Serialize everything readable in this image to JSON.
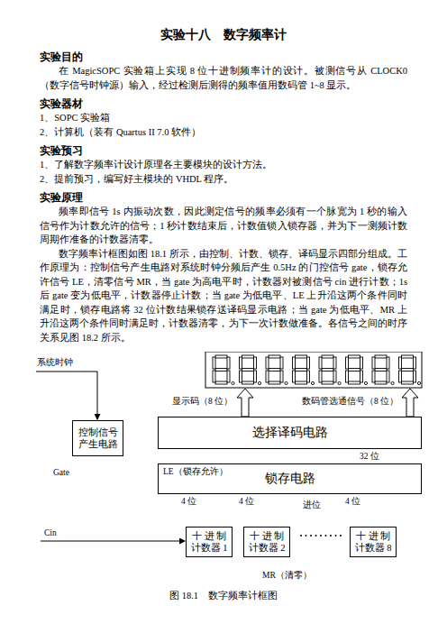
{
  "diagram": {
    "title": "实验十八　数字频率计",
    "caption": "图 18.1　数字频率计框图",
    "nodes": [
      {
        "text": [
          "控制信号产生电路"
        ]
      },
      {
        "text": [
          "选择译码电路"
        ]
      },
      {
        "text": [
          "LE（锁存允许）",
          "锁存电路"
        ]
      },
      {
        "text": [
          "十 进 制 计数器 1"
        ]
      },
      {
        "text": [
          "十 进 制 计数器 2"
        ]
      },
      {
        "text": [
          "十 进 制 计数器 8"
        ]
      }
    ],
    "edges": [
      {
        "from": 0,
        "to": 1,
        "arrow": "to"
      },
      {
        "from": 0,
        "to": 2,
        "arrow": "to"
      },
      {
        "from": 0,
        "to": 3,
        "arrow": "to"
      },
      {
        "from": 0,
        "to": 4,
        "arrow": "to"
      },
      {
        "from": 0,
        "to": 5,
        "arrow": "to"
      },
      {
        "from": 0,
        "to": 3,
        "arrow": "to"
      },
      {
        "from": 0,
        "to": 4,
        "arrow": "to"
      },
      {
        "from": 0,
        "to": 5,
        "arrow": "to"
      },
      {
        "from": 3,
        "to": 2,
        "arrow": "to"
      },
      {
        "from": 4,
        "to": 2,
        "arrow": "to"
      },
      {
        "from": 5,
        "to": 2,
        "arrow": "to"
      },
      {
        "from": 2,
        "to": 1,
        "arrow": "to"
      },
      {
        "from": 3,
        "to": 4,
        "arrow": "to"
      },
      {
        "from": 4,
        "to": 5,
        "arrow": "to"
      }
    ],
    "labels": [
      "实验目的",
      "在 MagicSOPC 实验箱上实现 8 位十进制频率计的设计。被测信号从 CLOCK0（数字信号时钟源）输入，经过检测后测得的频率值用数码管 1~8 显示。",
      "实验器材",
      "1、SOPC 实验箱",
      "2、计算机（装有 Quartus II 7.0 软件）",
      "实验预习",
      "1、了解数字频率计设计原理各主要模块的设计方法。",
      "2、提前预习，编写好主模块的 VHDL 程序。",
      "实验原理",
      "频率即信号 1s 内振动次数，因此测定信号的频率必须有一个脉宽为 1 秒的输入信号作为计数允许的信号；1 秒计数结束后，计数值锁入锁存器，并为下一测频计数周期作准备的计数器清零。",
      "数字频率计框图如图 18.1 所示，由控制、计数、锁存、译码显示四部分组成。工作原理为：控制信号产生电路对系统时钟分频后产生 0.5Hz 的门控信号 gate，锁存允许信号 LE，清零信号 MR，当 gate 为高电平时，计数器对被测信号 cin 进行计数；1s 后 gate 变为低电平，计数器停止计数；当 gate 为低电平、LE 上升沿这两个条件同时满足时，锁存电路将 32 位计数结果锁存送译码显示电路；当 gate 为低电平、MR 上升沿这两个条件同时满足时，计数器清零，为下一次计数做准备。各信号之间的时序关系见图 18.2 所示。",
      "系统时钟",
      "显示码（8 位）",
      "数码管选通信号（8 位）",
      "Gate",
      "32 位",
      "4 位",
      "4 位",
      "进位",
      "4 位",
      "Cin",
      "MR（清零）"
    ]
  }
}
